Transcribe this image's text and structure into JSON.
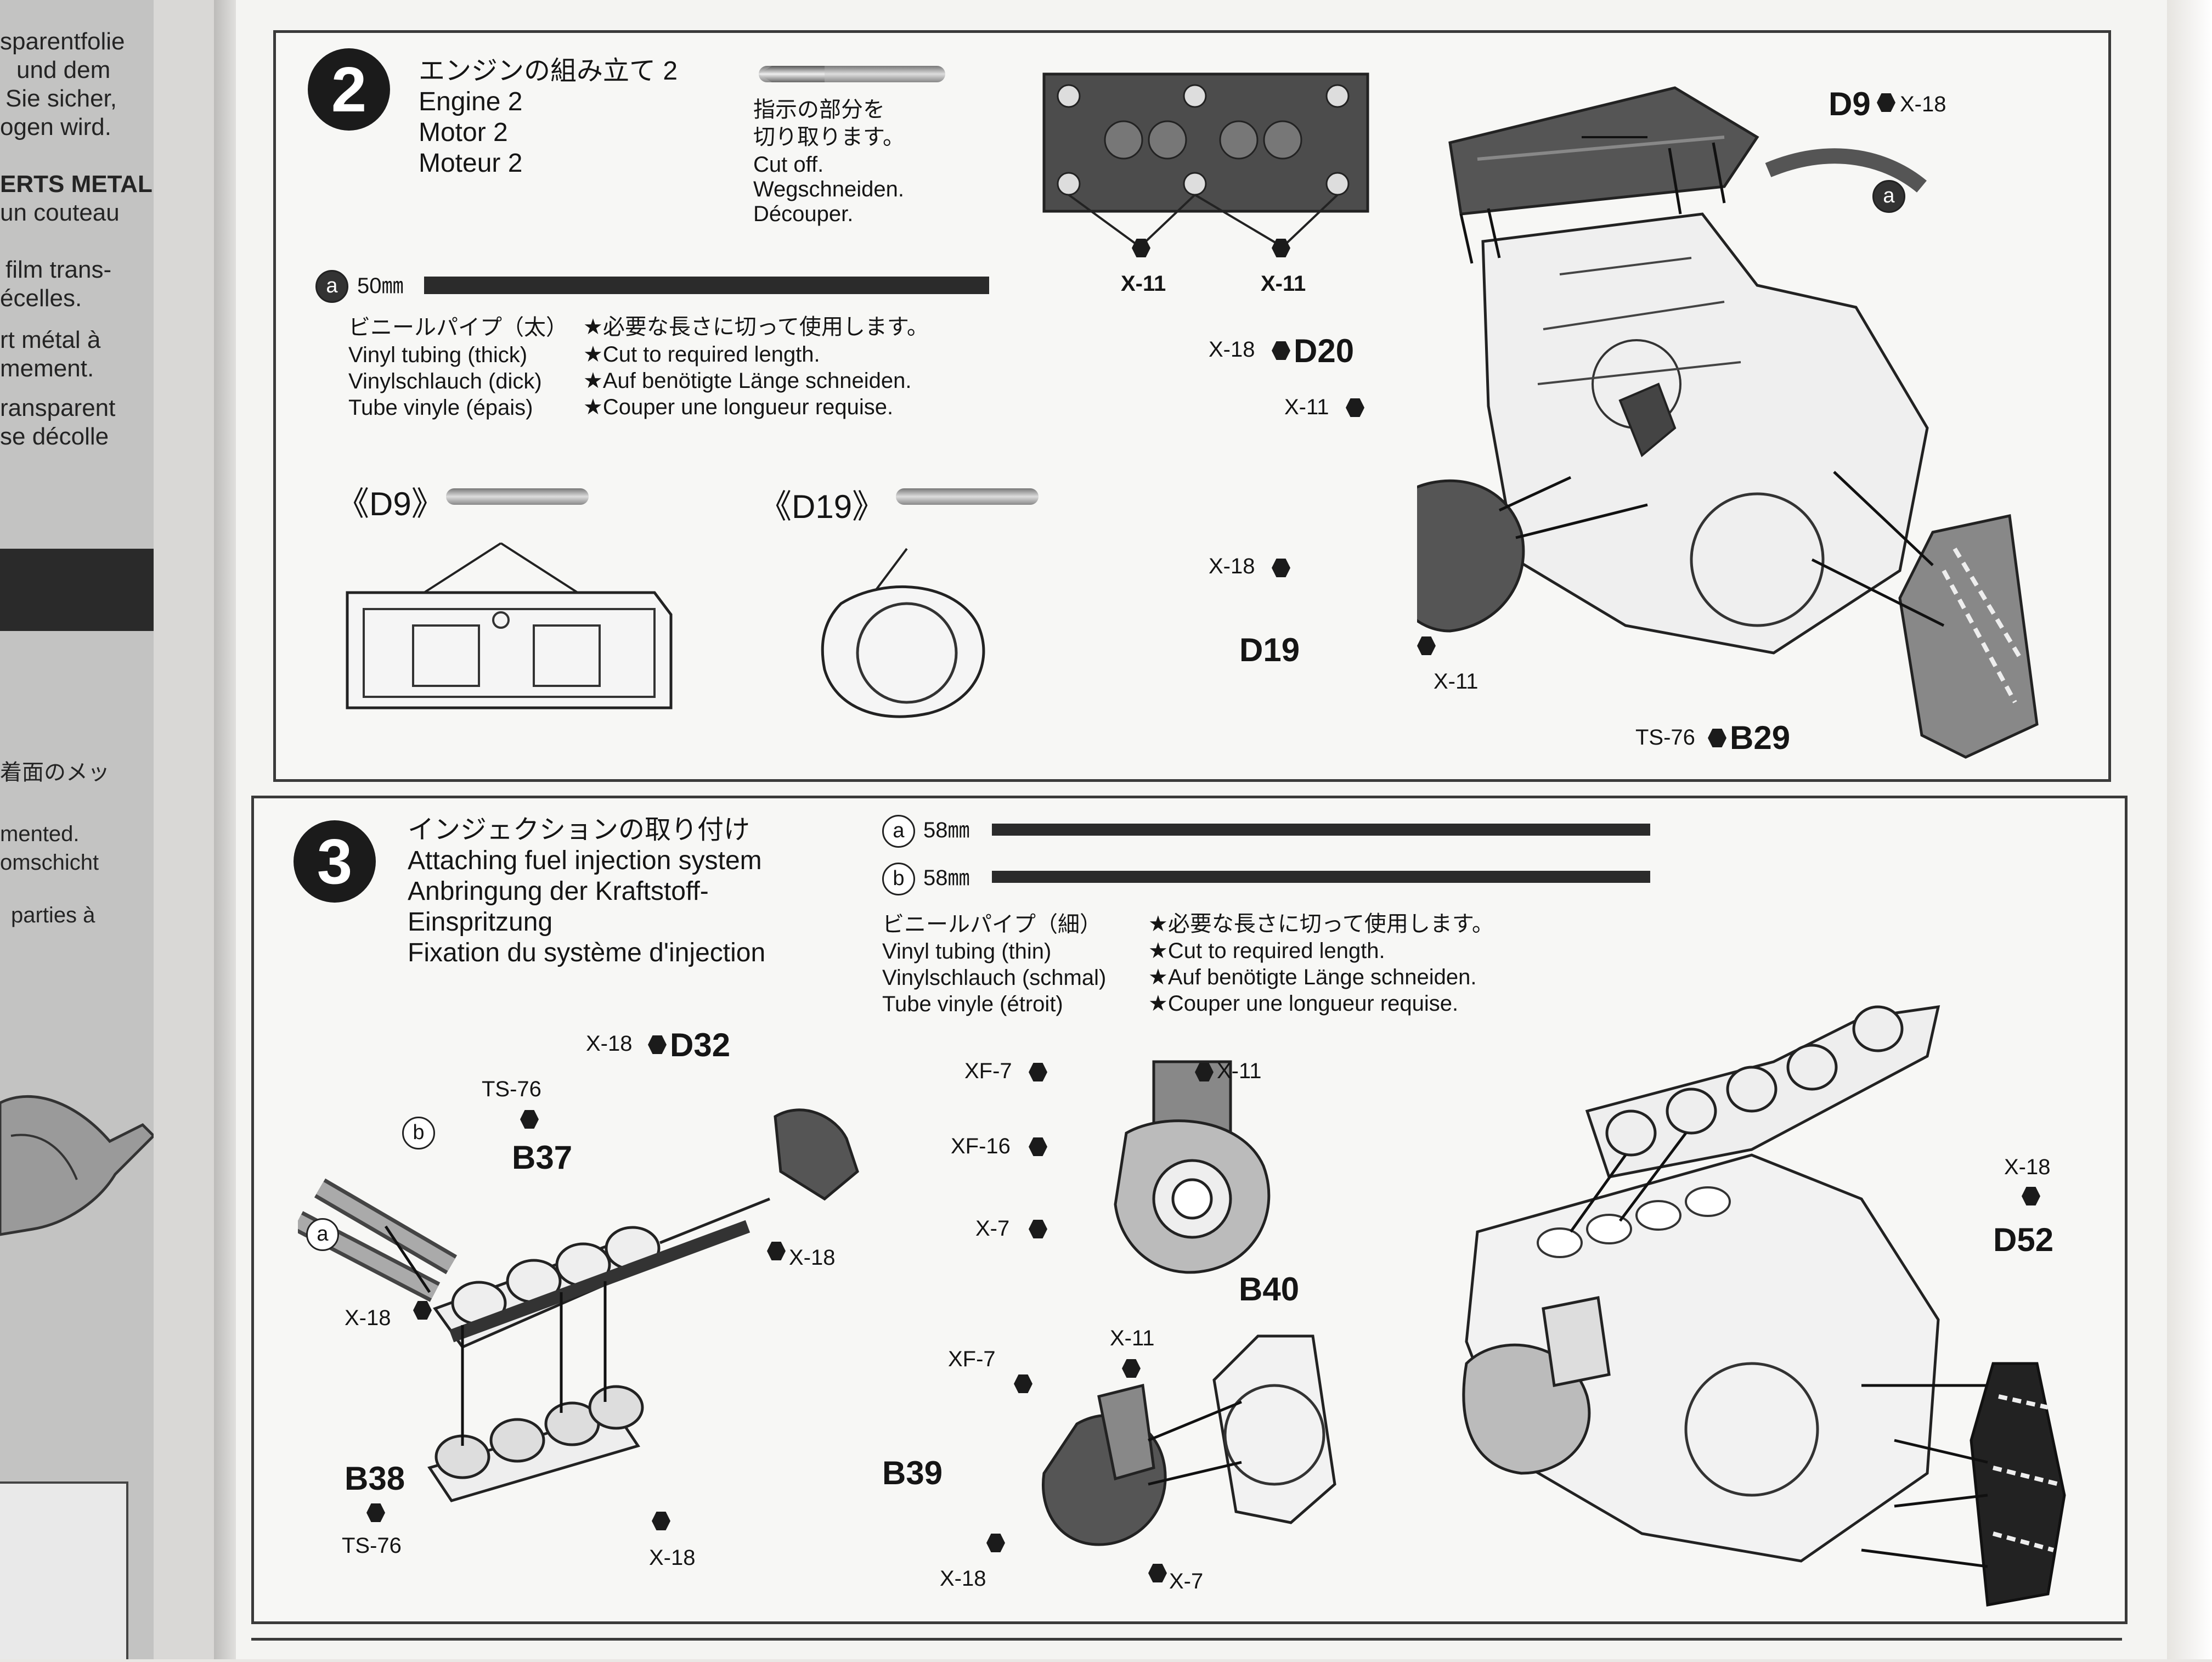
{
  "left_page": {
    "lines": [
      "sparentfolie",
      "und dem",
      "Sie sicher,",
      "ogen wird.",
      "ERTS METAL",
      "un couteau",
      "film trans-",
      "écelles.",
      "rt métal à",
      "mement.",
      "ransparent",
      "se décolle",
      "着面のメッ",
      "mented.",
      "omschicht",
      "parties à"
    ]
  },
  "step2": {
    "number": "2",
    "title_jp": "エンジンの組み立て 2",
    "title_en": "Engine 2",
    "title_de": "Motor 2",
    "title_fr": "Moteur 2",
    "cut_jp_1": "指示の部分を",
    "cut_jp_2": "切り取ります。",
    "cut_en": "Cut off.",
    "cut_de": "Wegschneiden.",
    "cut_fr": "Découper.",
    "tube_letter": "a",
    "tube_length": "50㎜",
    "tube_jp": "ビニールパイプ（太）",
    "tube_en": "Vinyl tubing (thick)",
    "tube_de": "Vinylschlauch (dick)",
    "tube_fr": "Tube vinyle (épais)",
    "note_jp": "★必要な長さに切って使用します。",
    "note_en": "★Cut to required length.",
    "note_de": "★Auf benötigte Länge schneiden.",
    "note_fr": "★Couper une longueur requise.",
    "detail_d9": "《D9》",
    "detail_d19": "《D19》",
    "labels": {
      "x11_a": "X-11",
      "x11_b": "X-11",
      "d9": "D9",
      "x18_d9": "X-18",
      "a_marker": "a",
      "x18_d20": "X-18",
      "d20": "D20",
      "x11_d20": "X-11",
      "x18_d19": "X-18",
      "d19": "D19",
      "x11_d19": "X-11",
      "ts76": "TS-76",
      "b29": "B29"
    }
  },
  "step3": {
    "number": "3",
    "title_jp": "インジェクションの取り付け",
    "title_en": "Attaching fuel injection system",
    "title_de_1": "Anbringung der Kraftstoff-",
    "title_de_2": "Einspritzung",
    "title_fr": "Fixation du système d'injection",
    "tube_a_letter": "a",
    "tube_a_length": "58㎜",
    "tube_b_letter": "b",
    "tube_b_length": "58㎜",
    "tube_jp": "ビニールパイプ（細）",
    "tube_en": "Vinyl tubing (thin)",
    "tube_de": "Vinylschlauch (schmal)",
    "tube_fr": "Tube vinyle (étroit)",
    "note_jp": "★必要な長さに切って使用します。",
    "note_en": "★Cut to required length.",
    "note_de": "★Auf benötigte Länge schneiden.",
    "note_fr": "★Couper une longueur requise.",
    "labels": {
      "x18_d32": "X-18",
      "d32": "D32",
      "ts76_b37": "TS-76",
      "b_marker": "b",
      "b37": "B37",
      "a_marker": "a",
      "x18_right": "X-18",
      "x18_left": "X-18",
      "b38": "B38",
      "ts76_b38": "TS-76",
      "x18_bottom": "X-18",
      "xf7_top": "XF-7",
      "x11_top": "X-11",
      "xf16": "XF-16",
      "x7_mid": "X-7",
      "b40": "B40",
      "x11_b40": "X-11",
      "xf7_b39": "XF-7",
      "b39": "B39",
      "x18_b39": "X-18",
      "x7_b39": "X-7",
      "x18_d52": "X-18",
      "d52": "D52"
    }
  }
}
